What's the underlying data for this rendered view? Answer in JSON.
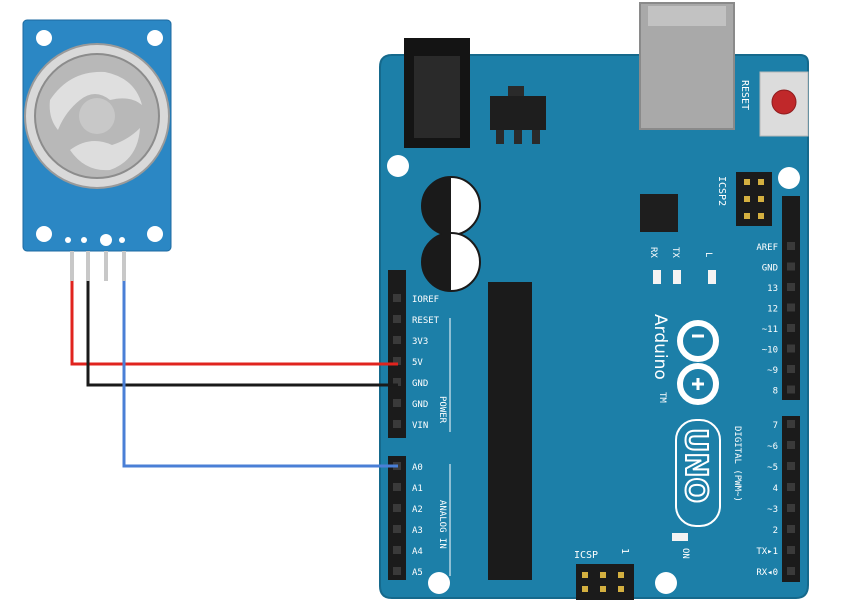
{
  "sensor": {
    "pins_count": 4
  },
  "board": {
    "reset_label": "RESET",
    "icsp2_label": "ICSP2",
    "icsp_label": "ICSP",
    "icsp_pin1": "1",
    "tx_label": "TX",
    "rx_label": "RX",
    "l_label": "L",
    "on_label": "ON",
    "brand": "Arduino",
    "brand_tm": "TM",
    "model": "UNO",
    "power_header_label": "POWER",
    "analog_header_label": "ANALOG IN",
    "digital_header_label": "DIGITAL (PWM~)",
    "power_pins": [
      "IOREF",
      "RESET",
      "3V3",
      "5V",
      "GND",
      "GND",
      "VIN"
    ],
    "analog_pins": [
      "A0",
      "A1",
      "A2",
      "A3",
      "A4",
      "A5"
    ],
    "digital_upper_pins": [
      "AREF",
      "GND",
      "13",
      "12",
      "~11",
      "~10",
      "~9",
      "8"
    ],
    "digital_lower_pins": [
      "7",
      "~6",
      "~5",
      "4",
      "~3",
      "2",
      "TX▸1",
      "RX◂0"
    ]
  },
  "colors": {
    "board": "#1c7fa8",
    "board_edge": "#15698c",
    "sensor_board": "#2b87c4",
    "wire_5v": "#e0231e",
    "wire_gnd": "#1a1a1a",
    "wire_signal": "#4a7fd6",
    "header": "#1b1b1b",
    "reset_button": "#c0282a"
  },
  "wires": [
    {
      "name": "vcc",
      "from": "sensor-pin",
      "to": "5V"
    },
    {
      "name": "gnd",
      "from": "sensor-pin",
      "to": "GND"
    },
    {
      "name": "signal",
      "from": "sensor-pin",
      "to": "A0"
    }
  ]
}
